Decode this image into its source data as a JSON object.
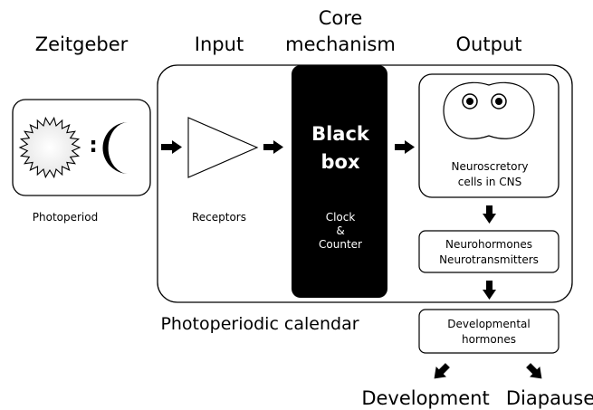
{
  "headers": {
    "zeitgeber": "Zeitgeber",
    "input": "Input",
    "core_line1": "Core",
    "core_line2": "mechanism",
    "output": "Output"
  },
  "zeitgeber": {
    "label": "Photoperiod",
    "separator": ":",
    "icons": [
      "sun-icon",
      "moon-icon"
    ]
  },
  "input": {
    "label": "Receptors",
    "icon": "triangle-receptor-icon"
  },
  "core": {
    "title_line1": "Black",
    "title_line2": "box",
    "sub_line1": "Clock",
    "sub_line2": "&",
    "sub_line3": "Counter"
  },
  "output": {
    "cells_line1": "Neuroscretory",
    "cells_line2": "cells in CNS",
    "neuro_line1": "Neurohormones",
    "neuro_line2": "Neurotransmitters",
    "dev_line1": "Developmental",
    "dev_line2": "hormones"
  },
  "calendar_label": "Photoperiodic calendar",
  "outcomes": {
    "development": "Development",
    "diapause": "Diapause"
  },
  "colors": {
    "box_fill": "#000000",
    "stroke": "#000000",
    "background": "#ffffff"
  }
}
